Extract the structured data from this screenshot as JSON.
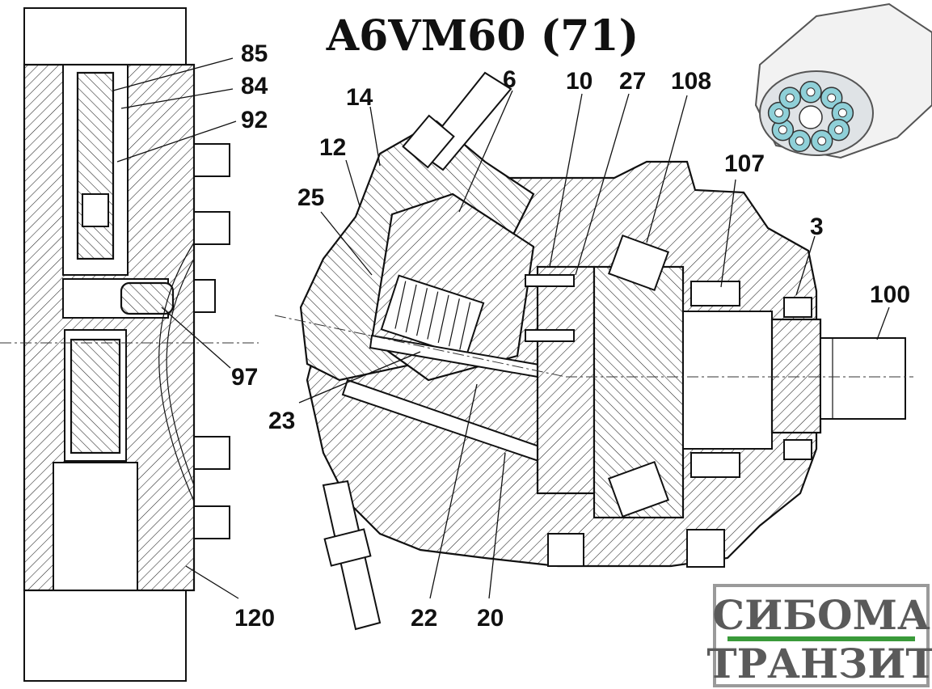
{
  "title": "A6VM60 (71)",
  "callouts": {
    "c85": "85",
    "c84": "84",
    "c92": "92",
    "c14": "14",
    "c12": "12",
    "c25": "25",
    "c6": "6",
    "c10": "10",
    "c27": "27",
    "c108": "108",
    "c107": "107",
    "c3": "3",
    "c100": "100",
    "c97": "97",
    "c23": "23",
    "c22": "22",
    "c20": "20",
    "c120": "120"
  },
  "logo": {
    "line1": "СИБОМА",
    "line2": "ТРАНЗИТ",
    "accent_color": "#3a9a3a",
    "text_color": "#5a5a5a"
  },
  "photo": {
    "piston_color": "#8fd0d8"
  }
}
